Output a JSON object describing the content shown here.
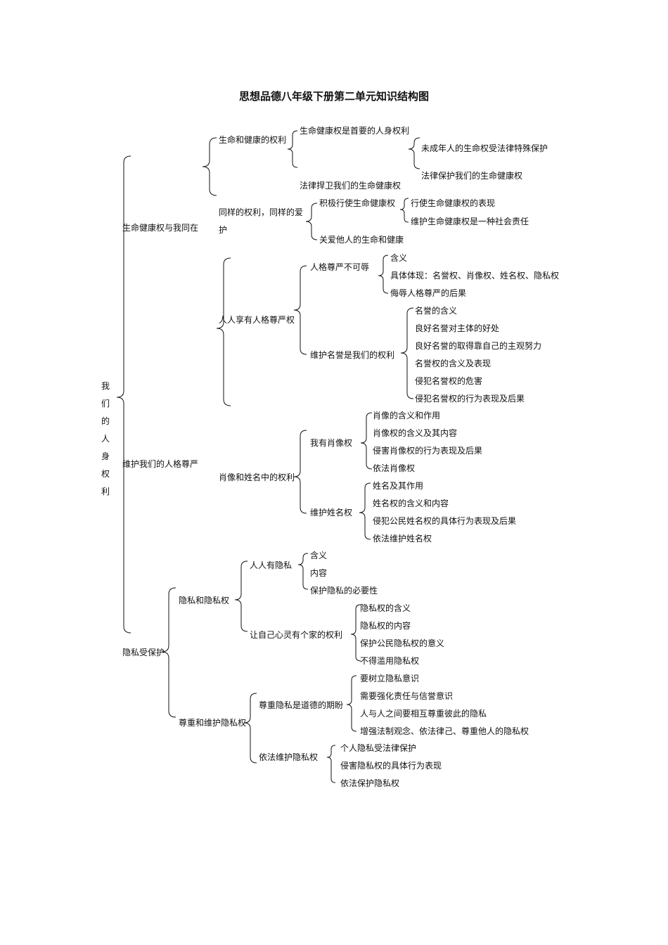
{
  "title": "思想品德八年级下册第二单元知识结构图",
  "root": [
    "我",
    "们",
    "的",
    "人",
    "身",
    "权",
    "利"
  ],
  "sections": {
    "s1": {
      "label": "生命健康权与我同在",
      "a": {
        "label": "生命和健康的权利",
        "items": [
          "生命健康权是首要的人身权利",
          "法律捍卫我们的生命健康权"
        ],
        "sub": [
          "未成年人的生命权受法律特殊保护",
          "法律保护我们的生命健康权"
        ]
      },
      "b": {
        "label_line1": "同样的权利，同样的爱",
        "label_line2": "护",
        "items": [
          "积极行使生命健康权",
          "关爱他人的生命和健康"
        ],
        "sub": [
          "行使生命健康权的表现",
          "维护生命健康权是一种社会责任"
        ]
      }
    },
    "s2": {
      "label": "维护我们的人格尊严",
      "a": {
        "label": "人人享有人格尊严权",
        "b1": {
          "label": "人格尊严不可辱",
          "items": [
            "含义",
            "具体体现：名誉权、肖像权、姓名权、隐私权",
            "侮辱人格尊严的后果"
          ]
        },
        "b2": {
          "label": "维护名誉是我们的权利",
          "items": [
            "名誉的含义",
            "良好名誉对主体的好处",
            "良好名誉的取得靠自己的主观努力",
            "名誉权的含义及表现",
            "侵犯名誉权的危害",
            "侵犯名誉权的行为表现及后果"
          ]
        }
      },
      "b": {
        "label": "肖像和姓名中的权利",
        "b1": {
          "label": "我有肖像权",
          "items": [
            "肖像的含义和作用",
            "肖像权的含义及其内容",
            "侵害肖像权的行为表现及后果",
            "依法肖像权"
          ]
        },
        "b2": {
          "label": "维护姓名权",
          "items": [
            "姓名及其作用",
            "姓名权的含义和内容",
            "侵犯公民姓名权的具体行为表现及后果",
            "依法维护姓名权"
          ]
        }
      }
    },
    "s3": {
      "label": "隐私受保护",
      "a": {
        "label": "隐私和隐私权",
        "b1": {
          "label": "人人有隐私",
          "items": [
            "含义",
            "内容",
            "保护隐私的必要性"
          ]
        },
        "b2": {
          "label": "让自己心灵有个家的权利",
          "items": [
            "隐私权的含义",
            "隐私权的内容",
            "保护公民隐私权的意义",
            "不得滥用隐私权"
          ]
        }
      },
      "b": {
        "label": "尊重和维护隐私权",
        "b1": {
          "label": "尊重隐私是道德的期盼",
          "items": [
            "要树立隐私意识",
            "需要强化责任与信誉意识",
            "人与人之间要相互尊重彼此的隐私",
            "增强法制观念、依法律己、尊重他人的隐私权"
          ]
        },
        "b2": {
          "label": "依法维护隐私权",
          "items": [
            "个人隐私受法律保护",
            "侵害隐私权的具体行为表现",
            "依法保护隐私权"
          ]
        }
      }
    }
  }
}
